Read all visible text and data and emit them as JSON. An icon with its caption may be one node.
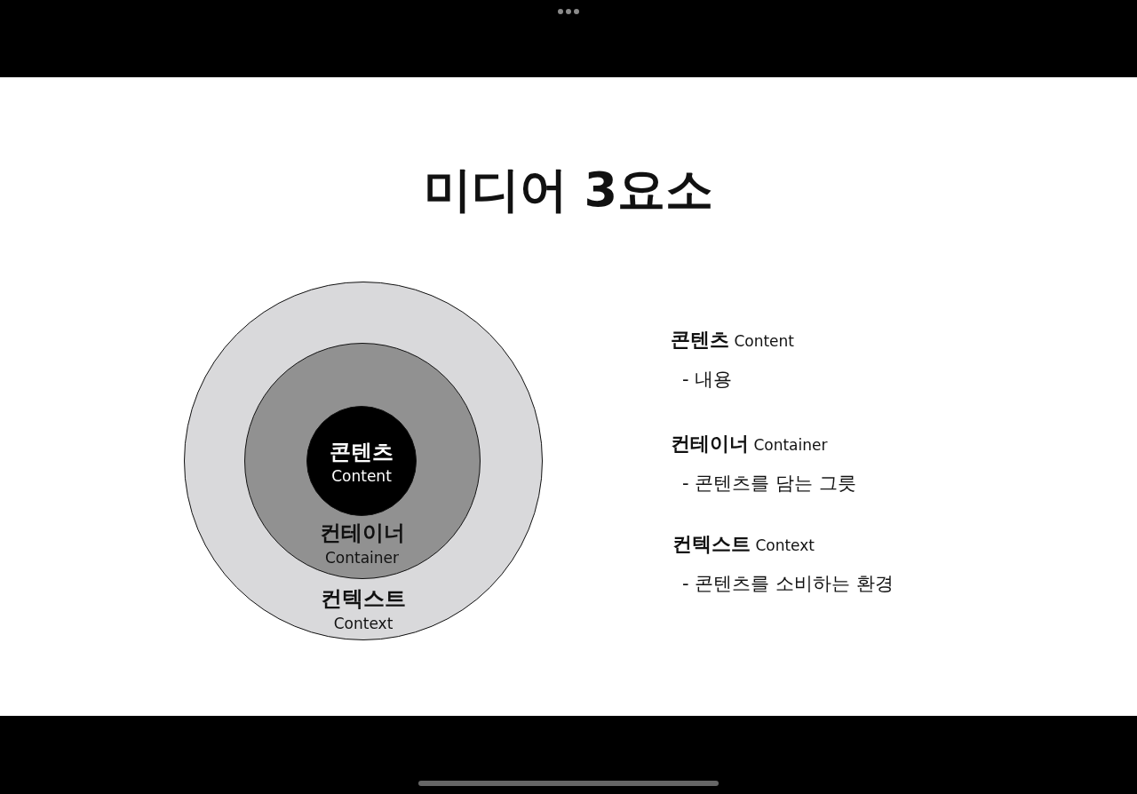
{
  "diagram": {
    "title": "미디어 3요소",
    "nodes": [
      {
        "text": [
          "컨텍스트",
          "Context"
        ]
      },
      {
        "text": [
          "컨테이너",
          "Container"
        ],
        "in": 0
      },
      {
        "text": [
          "콘텐츠",
          "Content"
        ],
        "in": 1
      }
    ],
    "labels": [
      "**콘텐츠** Content",
      "- 내용",
      "**컨테이너** Container",
      "- 콘텐츠를 담는 그릇",
      "**컨텍스트** Context",
      "- 콘텐츠를 소비하는 환경"
    ]
  }
}
